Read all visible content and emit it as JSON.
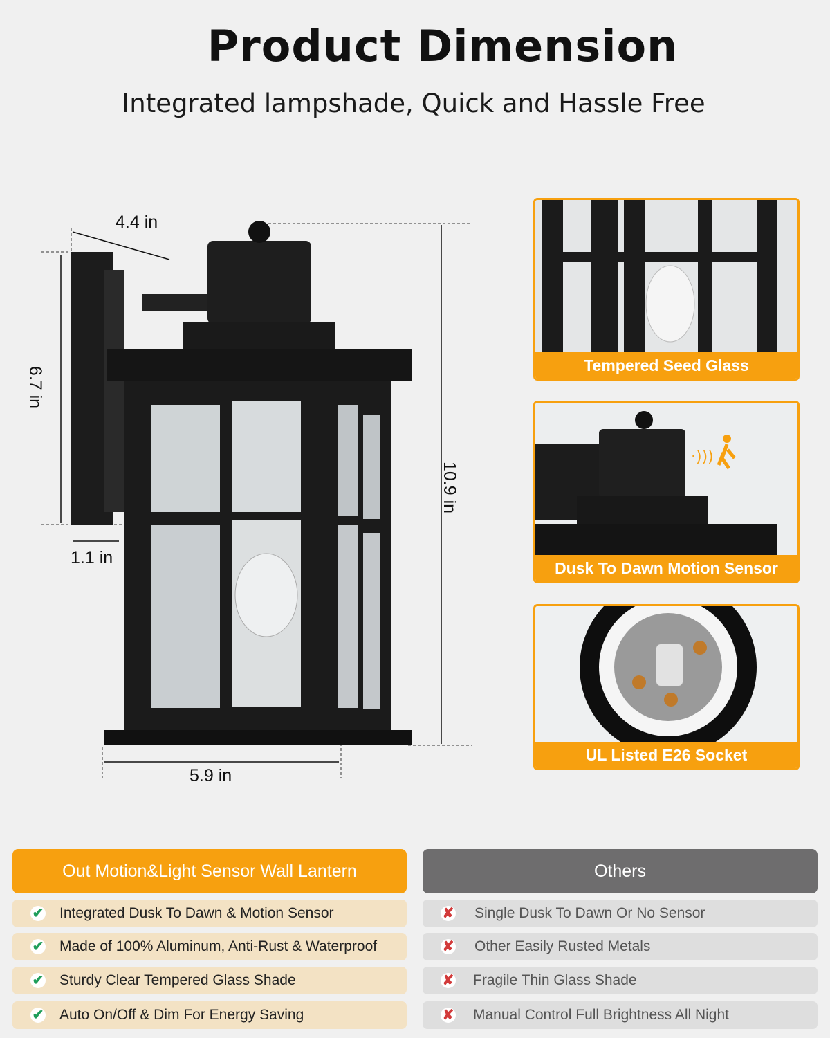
{
  "header": {
    "title": "Product Dimension",
    "subtitle": "Integrated lampshade, Quick and Hassle Free"
  },
  "dimensions": {
    "depth": "4.4 in",
    "backplate_height": "6.7 in",
    "backplate_depth": "1.1 in",
    "width": "5.9 in",
    "total_height": "10.9 in"
  },
  "features": [
    {
      "caption": "Tempered Seed Glass"
    },
    {
      "caption": "Dusk To Dawn Motion Sensor"
    },
    {
      "caption": "UL Listed E26 Socket"
    }
  ],
  "comparison": {
    "ours": {
      "title": "Out Motion&Light Sensor Wall Lantern",
      "icon": "check-icon",
      "color": "#f7a00f",
      "items": [
        "Integrated Dusk To Dawn & Motion Sensor",
        "Made of 100% Aluminum, Anti-Rust & Waterproof",
        "Sturdy Clear Tempered Glass Shade",
        "Auto On/Off & Dim For Energy Saving"
      ]
    },
    "others": {
      "title": "Others",
      "icon": "x-icon",
      "color": "#6e6d6e",
      "items": [
        "Single Dusk To Dawn Or No Sensor",
        "Other Easily Rusted Metals",
        "Fragile Thin Glass Shade",
        "Manual Control Full Brightness All Night"
      ]
    }
  }
}
